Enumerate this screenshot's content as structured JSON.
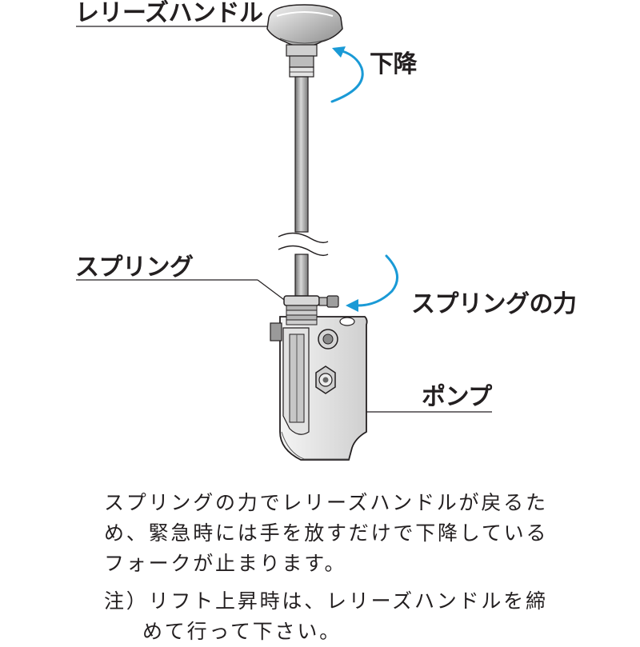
{
  "labels": {
    "release_handle": "レリーズハンドル",
    "descend": "下降",
    "spring": "スプリング",
    "spring_force": "スプリングの力",
    "pump": "ポンプ"
  },
  "description": {
    "lines": [
      "スプリングの力でレリーズハンドルが戻るた",
      "め、緊急時には手を放すだけで下降している",
      "フォークが止まります。"
    ]
  },
  "note": {
    "lines": [
      "注）リフト上昇時は、レリーズハンドルを締",
      "めて行って下さい。"
    ]
  },
  "colors": {
    "arrow": "#1a9ad6",
    "line": "#231f20",
    "shade": "#bdbdbd"
  }
}
